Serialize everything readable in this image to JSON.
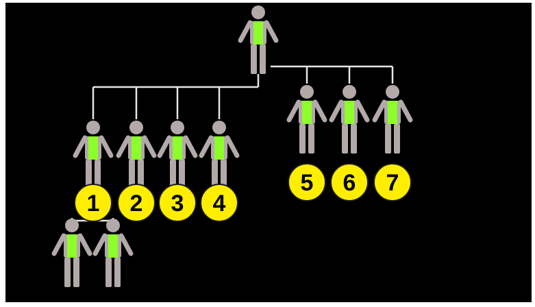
{
  "colors": {
    "background": "#000000",
    "frame": "#ffffff",
    "line": "#e6e6e6",
    "person_body": "#b3a9a9",
    "vest": "#8cff2a",
    "badge_fill": "#ffee00",
    "badge_stroke": "#1a1a1a",
    "badge_text": "#000000"
  },
  "icons": {
    "person": "person-icon",
    "badge": "number-badge"
  },
  "tree": {
    "root": "top-person",
    "left_group": {
      "members": [
        {
          "label": "1",
          "children": 2
        },
        {
          "label": "2",
          "children": 0
        },
        {
          "label": "3",
          "children": 0
        },
        {
          "label": "4",
          "children": 0
        }
      ]
    },
    "right_group": {
      "members": [
        {
          "label": "5",
          "children": 0
        },
        {
          "label": "6",
          "children": 0
        },
        {
          "label": "7",
          "children": 0
        }
      ]
    }
  }
}
